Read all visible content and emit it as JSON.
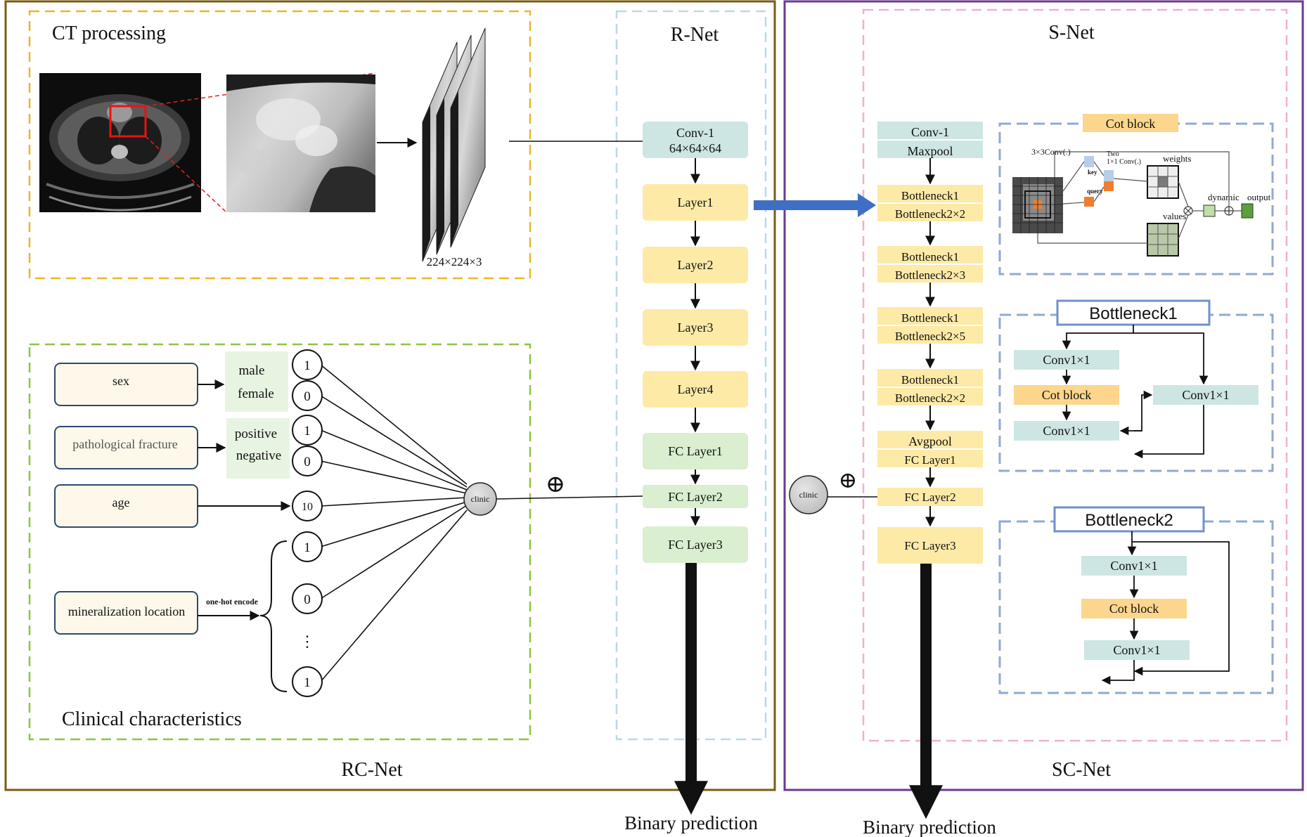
{
  "panels": {
    "rc_net": "RC-Net",
    "sc_net": "SC-Net",
    "ct_processing": "CT processing",
    "clinical": "Clinical characteristics",
    "r_net": "R-Net",
    "s_net": "S-Net"
  },
  "ct": {
    "size_label": "224×224×3"
  },
  "clinical_features": {
    "sex": {
      "label": "sex",
      "values": [
        "male",
        "female"
      ],
      "codes": [
        "1",
        "0"
      ]
    },
    "fracture": {
      "label": "pathological  fracture",
      "values": [
        "positive",
        "negative"
      ],
      "codes": [
        "1",
        "0"
      ]
    },
    "age": {
      "label": "age",
      "code": "10"
    },
    "location": {
      "label": "mineralization  location",
      "encode": "one-hot encode",
      "codes": [
        "1",
        "0",
        "⋮",
        "1"
      ]
    },
    "clinic_node": "clinic",
    "concat_symbol": "⊕"
  },
  "r_net": {
    "conv": [
      "Conv-1",
      "64×64×64"
    ],
    "layers": [
      "Layer1",
      "Layer2",
      "Layer3",
      "Layer4"
    ],
    "fc": [
      "FC Layer1",
      "FC Layer2",
      "FC Layer3"
    ],
    "output": "Binary prediction"
  },
  "s_net": {
    "conv": [
      "Conv-1",
      "Maxpool"
    ],
    "stages": [
      [
        "Bottleneck1",
        "Bottleneck2×2"
      ],
      [
        "Bottleneck1",
        "Bottleneck2×3"
      ],
      [
        "Bottleneck1",
        "Bottleneck2×5"
      ],
      [
        "Bottleneck1",
        "Bottleneck2×2"
      ]
    ],
    "head": [
      "Avgpool",
      "FC Layer1"
    ],
    "fc": [
      "FC Layer2",
      "FC Layer3"
    ],
    "clinic_node": "clinic",
    "concat_symbol": "⊕",
    "output": "Binary prediction"
  },
  "cot_block": {
    "title": "Cot block",
    "conv_label": "3×3Conv(.)",
    "two_conv_label": [
      "Two",
      "1×1 Conv(.)"
    ],
    "key": "key",
    "query": "query",
    "weights": "weights",
    "values": "values",
    "dynamic": "dynamic",
    "output": "output"
  },
  "bottleneck1": {
    "title": "Bottleneck1",
    "conv_a": "Conv1×1",
    "cot": "Cot block",
    "conv_b": "Conv1×1",
    "shortcut": "Conv1×1"
  },
  "bottleneck2": {
    "title": "Bottleneck2",
    "conv_a": "Conv1×1",
    "cot": "Cot block",
    "conv_b": "Conv1×1"
  },
  "colors": {
    "rc_border": "#7a5c12",
    "sc_border": "#6a3a8f",
    "ct_border": "#e8b82a",
    "clin_border": "#8cc63f",
    "rnet_border": "#b8dbe6",
    "snet_border": "#f0b0d0",
    "block_border": "#8fa9d6",
    "teal": "#cde6e3",
    "yellow": "#fdeaa7",
    "green": "#d9efcf",
    "orange": "#fbd68c",
    "feature_fill": "#fdf8ea",
    "feature_border": "#2e4a6e",
    "value_fill": "#e8f4e2",
    "arrow_blue": "#3f6fc4"
  }
}
